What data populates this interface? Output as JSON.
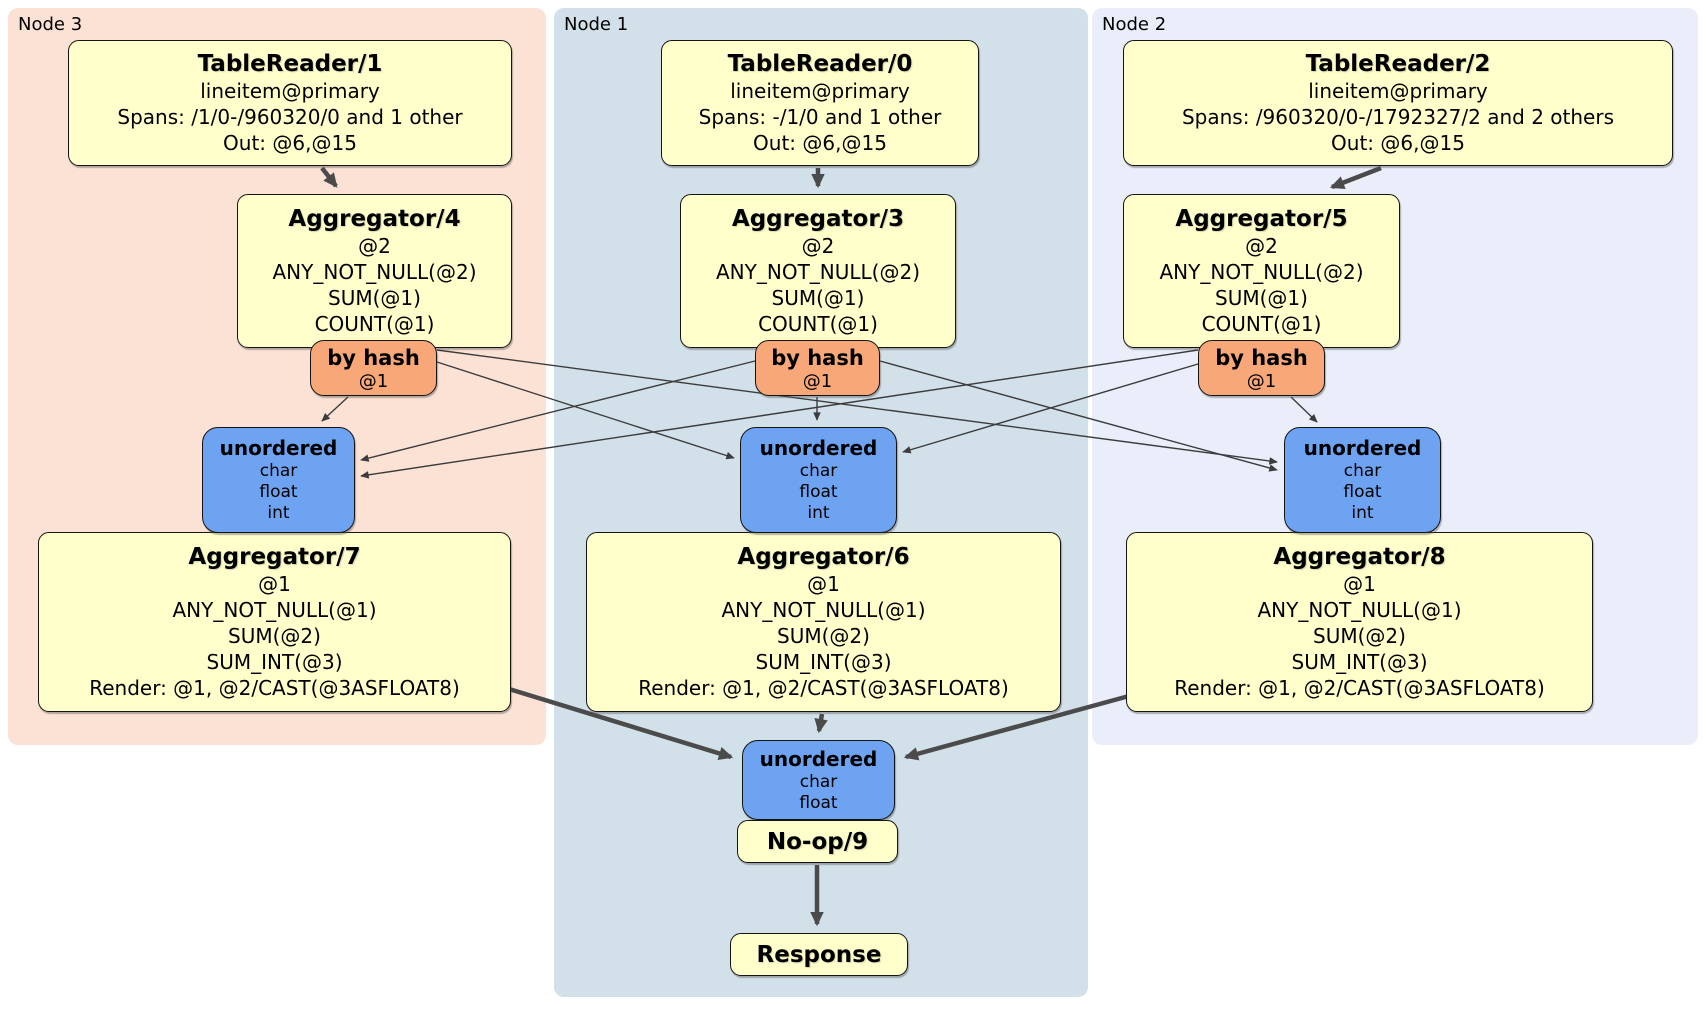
{
  "diagram": {
    "kind": "distributed SQL plan",
    "regions": {
      "node3": {
        "label": "Node 3",
        "fill": "#fce2d4"
      },
      "node1": {
        "label": "Node 1",
        "fill": "#d2e0ea"
      },
      "node2": {
        "label": "Node 2",
        "fill": "#e9eefa"
      }
    },
    "processors": {
      "tr1": {
        "title": "TableReader/1",
        "lines": [
          "lineitem@primary",
          "Spans: /1/0-/960320/0 and 1 other",
          "Out: @6,@15"
        ]
      },
      "tr0": {
        "title": "TableReader/0",
        "lines": [
          "lineitem@primary",
          "Spans: -/1/0 and 1 other",
          "Out: @6,@15"
        ]
      },
      "tr2": {
        "title": "TableReader/2",
        "lines": [
          "lineitem@primary",
          "Spans: /960320/0-/1792327/2 and 2 others",
          "Out: @6,@15"
        ]
      },
      "agg4": {
        "title": "Aggregator/4",
        "lines": [
          "@2",
          "ANY_NOT_NULL(@2)",
          "SUM(@1)",
          "COUNT(@1)"
        ]
      },
      "agg3": {
        "title": "Aggregator/3",
        "lines": [
          "@2",
          "ANY_NOT_NULL(@2)",
          "SUM(@1)",
          "COUNT(@1)"
        ]
      },
      "agg5": {
        "title": "Aggregator/5",
        "lines": [
          "@2",
          "ANY_NOT_NULL(@2)",
          "SUM(@1)",
          "COUNT(@1)"
        ]
      },
      "agg7": {
        "title": "Aggregator/7",
        "lines": [
          "@1",
          "ANY_NOT_NULL(@1)",
          "SUM(@2)",
          "SUM_INT(@3)",
          "Render: @1, @2/CAST(@3ASFLOAT8)"
        ]
      },
      "agg6": {
        "title": "Aggregator/6",
        "lines": [
          "@1",
          "ANY_NOT_NULL(@1)",
          "SUM(@2)",
          "SUM_INT(@3)",
          "Render: @1, @2/CAST(@3ASFLOAT8)"
        ]
      },
      "agg8": {
        "title": "Aggregator/8",
        "lines": [
          "@1",
          "ANY_NOT_NULL(@1)",
          "SUM(@2)",
          "SUM_INT(@3)",
          "Render: @1, @2/CAST(@3ASFLOAT8)"
        ]
      },
      "noop": {
        "title": "No-op/9"
      },
      "response": {
        "title": "Response"
      }
    },
    "routers": {
      "hash3": {
        "title": "by hash",
        "detail": "@1"
      },
      "hash1": {
        "title": "by hash",
        "detail": "@1"
      },
      "hash2": {
        "title": "by hash",
        "detail": "@1"
      }
    },
    "syncs": {
      "sync3": {
        "title": "unordered",
        "columns": [
          "char",
          "float",
          "int"
        ]
      },
      "sync1": {
        "title": "unordered",
        "columns": [
          "char",
          "float",
          "int"
        ]
      },
      "sync2": {
        "title": "unordered",
        "columns": [
          "char",
          "float",
          "int"
        ]
      },
      "syncFinal": {
        "title": "unordered",
        "columns": [
          "char",
          "float"
        ]
      }
    },
    "edges": [
      {
        "from": "tr1",
        "to": "agg4"
      },
      {
        "from": "tr0",
        "to": "agg3"
      },
      {
        "from": "tr2",
        "to": "agg5"
      },
      {
        "from": "hash3",
        "to": "sync3"
      },
      {
        "from": "hash3",
        "to": "sync1"
      },
      {
        "from": "hash3",
        "to": "sync2"
      },
      {
        "from": "hash1",
        "to": "sync3"
      },
      {
        "from": "hash1",
        "to": "sync1"
      },
      {
        "from": "hash1",
        "to": "sync2"
      },
      {
        "from": "hash2",
        "to": "sync3"
      },
      {
        "from": "hash2",
        "to": "sync1"
      },
      {
        "from": "hash2",
        "to": "sync2"
      },
      {
        "from": "agg7",
        "to": "syncFinal"
      },
      {
        "from": "agg6",
        "to": "syncFinal"
      },
      {
        "from": "agg8",
        "to": "syncFinal"
      },
      {
        "from": "noop",
        "to": "response"
      }
    ],
    "colors": {
      "processor_fill": "#ffffcc",
      "router_fill": "#f8a878",
      "sync_fill": "#6da3f1",
      "node3_fill": "#fce2d4",
      "node1_fill": "#d2e0ea",
      "node2_fill": "#e9eefa",
      "edge_thin": "#3c3c3c",
      "edge_thick": "#4b4b4b"
    }
  }
}
